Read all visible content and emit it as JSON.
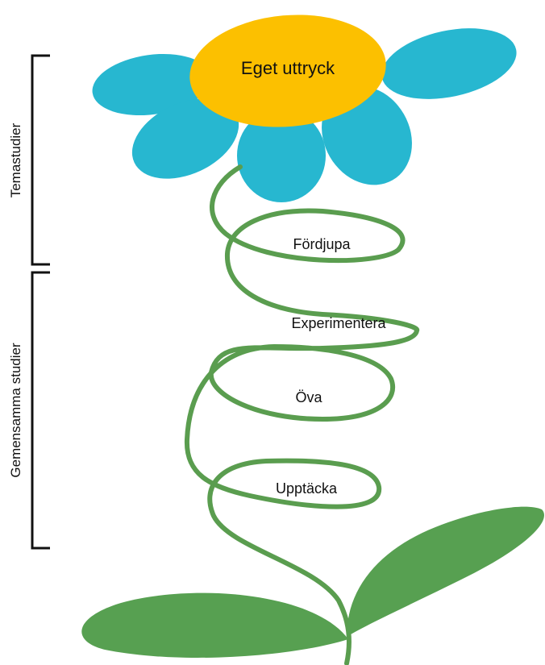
{
  "flower": {
    "center_label": "Eget uttryck"
  },
  "stages": [
    "Fördjupa",
    "Experimentera",
    "Öva",
    "Upptäcka"
  ],
  "brackets": [
    "Temastudier",
    "Gemensamma studier"
  ],
  "colors": {
    "petal": "#27b7d0",
    "center": "#fcc000",
    "stem": "#5a9d4f",
    "leaf": "#57a051",
    "bracket": "#111111"
  }
}
